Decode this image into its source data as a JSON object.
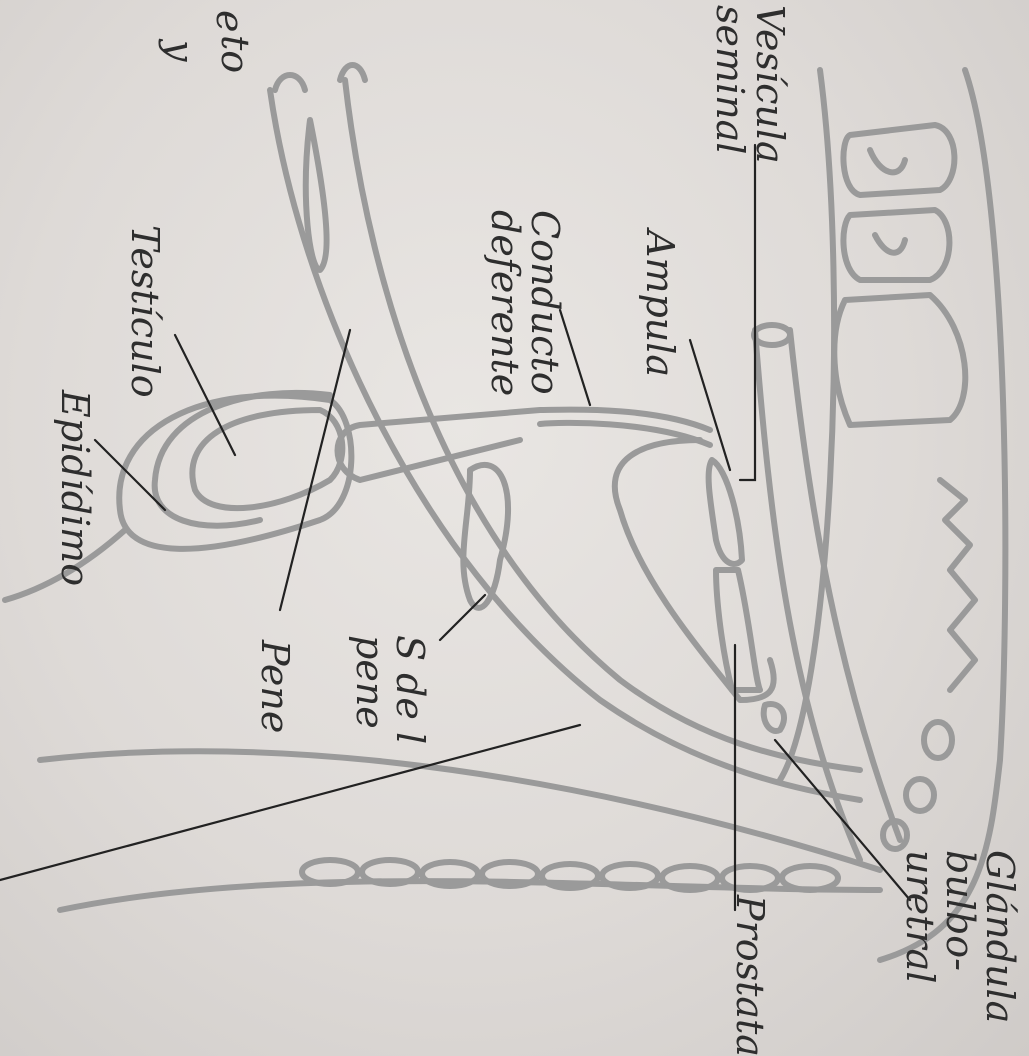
{
  "palette": {
    "paper": "#e6e3e0",
    "pencil": "#8f8f8f",
    "ink": "#2a2a2a"
  },
  "labels": {
    "vesicula_seminal": [
      "Vesícula",
      "seminal"
    ],
    "conducto_deferente": [
      "Conducto",
      "deferente"
    ],
    "ampula": "Ampula",
    "testiculo": "Testículo",
    "epididimo": "Epidídimo",
    "pene": "Pene",
    "s_del_pene": [
      "S de l",
      "pene"
    ],
    "glandula_bulbouretral": [
      "Glándula",
      "bulbo-",
      "uretral"
    ],
    "prostata": "Prostata"
  },
  "edge_fragments": [
    "e",
    "to",
    "y"
  ]
}
